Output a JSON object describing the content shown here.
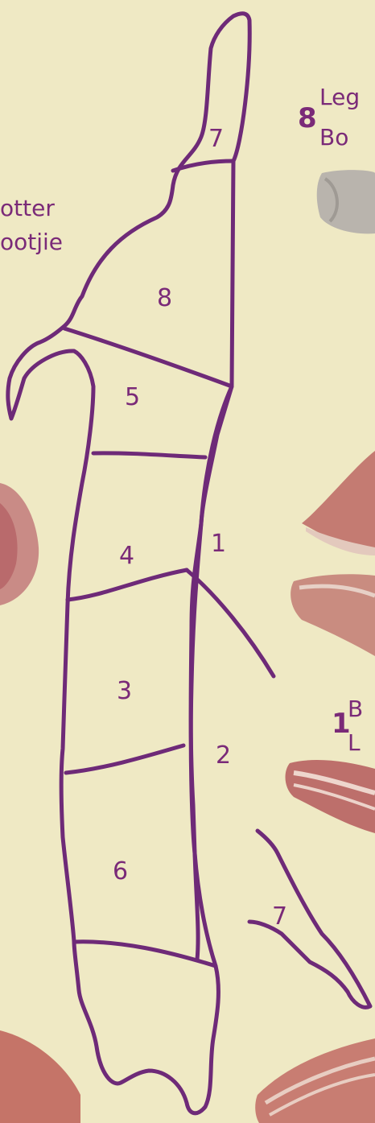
{
  "diagram": {
    "line_color": "#6e2a78",
    "background": "#efe9c4",
    "regions": [
      {
        "id": "7",
        "label": "7"
      },
      {
        "id": "8",
        "label": "8"
      },
      {
        "id": "5",
        "label": "5"
      },
      {
        "id": "4",
        "label": "4"
      },
      {
        "id": "1",
        "label": "1"
      },
      {
        "id": "3",
        "label": "3"
      },
      {
        "id": "2",
        "label": "2"
      },
      {
        "id": "6",
        "label": "6"
      },
      {
        "id": "7b",
        "label": "7"
      }
    ]
  },
  "captions": {
    "leg_number": "8",
    "leg_line1": "Leg",
    "leg_line2": "Bo",
    "belly_number": "1",
    "belly_line1": "B",
    "belly_line2": "L",
    "left_line1": "otter",
    "left_line2": "ootjie"
  },
  "photos": [
    {
      "name": "leg-bone-photo",
      "desc": "boned leg"
    },
    {
      "name": "pork-slice-photo-left-top",
      "desc": "meat"
    },
    {
      "name": "pork-slice-photo-right-1",
      "desc": "meat"
    },
    {
      "name": "pork-slice-photo-right-2",
      "desc": "meat"
    },
    {
      "name": "pork-belly-photo",
      "desc": "meat"
    },
    {
      "name": "pork-slice-photo-left-bottom",
      "desc": "meat"
    },
    {
      "name": "pork-ribs-photo",
      "desc": "meat"
    }
  ]
}
